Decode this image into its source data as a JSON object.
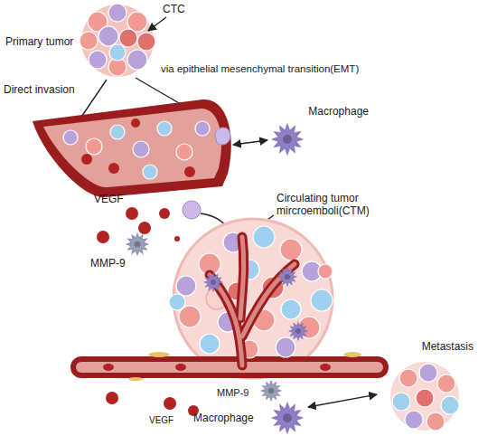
{
  "diagram": {
    "nodes": [
      {
        "text": [
          "Primary tumor"
        ]
      },
      {
        "text": [
          "Macrophage"
        ]
      },
      {
        "text": [
          "Macrophage"
        ]
      },
      {
        "text": [
          "Metastasis"
        ]
      }
    ],
    "edges": [
      {
        "from": 2,
        "to": 3,
        "arrow": "both"
      }
    ],
    "labels": [
      "CTC",
      "Direct invasion",
      "via epithelial mesenchymal transition(EMT)",
      "VEGF",
      "MMP-9",
      "Circulating tumor mircroemboli(CTM)",
      "VEGF",
      "MMP-9"
    ]
  }
}
